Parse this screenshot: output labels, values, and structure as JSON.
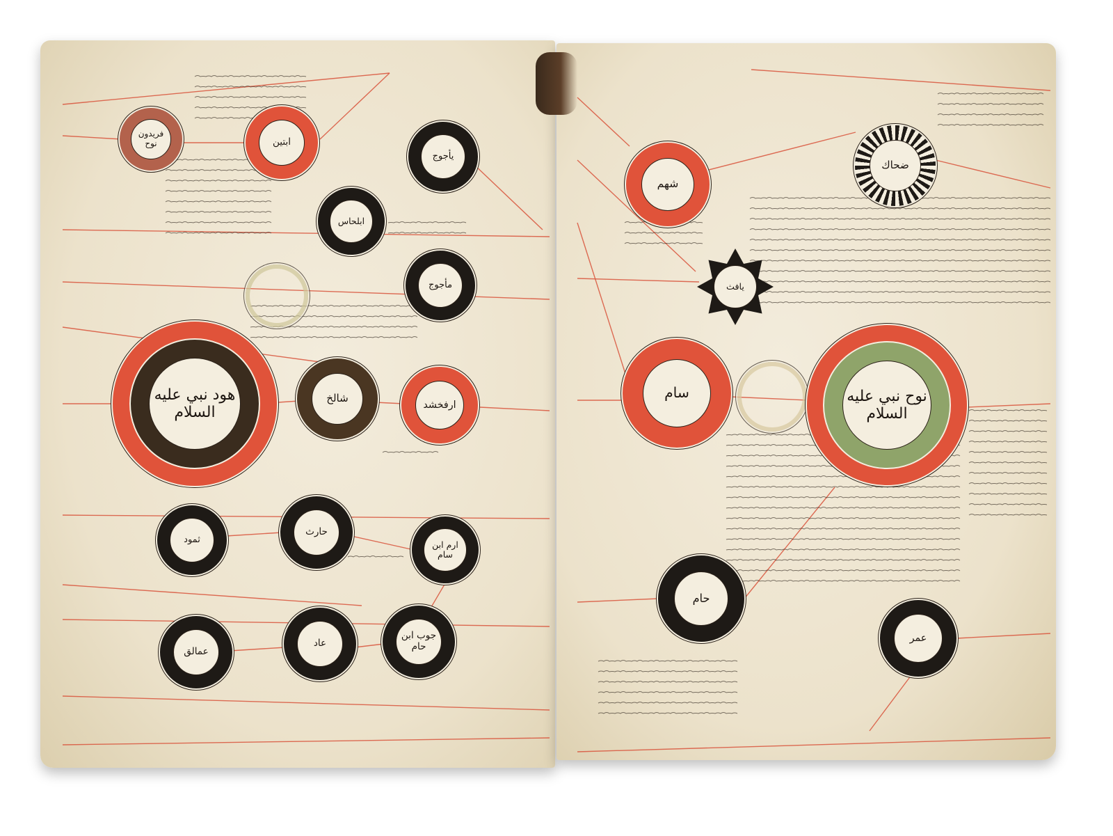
{
  "colors": {
    "paper": "#efe6d2",
    "red": "#e0533a",
    "black": "#1e1a16",
    "brown": "#4a3622",
    "green": "#8fa46a",
    "olive": "#cfc79a"
  },
  "left_page": {
    "medallions": [
      {
        "name": "فريدون نوح",
        "ring": "#b3624c"
      },
      {
        "name": "ابتين",
        "ring": "#e0533a"
      },
      {
        "name": "يأجوج",
        "ring": "#1e1a16"
      },
      {
        "name": "ابلحاس",
        "ring": "#1e1a16"
      },
      {
        "name": "مأجوج",
        "ring": "#1e1a16"
      },
      {
        "name": "",
        "ring": "#cfc79a"
      },
      {
        "name": "هود نبي عليه السلام",
        "ring": "#e0533a",
        "inner_ring": "#3a2c1e"
      },
      {
        "name": "شالخ",
        "ring": "#4a3622"
      },
      {
        "name": "ارفخشد",
        "ring": "#e0533a"
      },
      {
        "name": "ثمود",
        "ring": "#1e1a16"
      },
      {
        "name": "حارث",
        "ring": "#1e1a16"
      },
      {
        "name": "ارم ابن سام",
        "ring": "#1e1a16"
      },
      {
        "name": "عمالق",
        "ring": "#1e1a16"
      },
      {
        "name": "عاد",
        "ring": "#1e1a16"
      },
      {
        "name": "جوب ابن حام",
        "ring": "#1e1a16"
      }
    ]
  },
  "right_page": {
    "medallions": [
      {
        "name": "شهم",
        "ring": "#e0533a"
      },
      {
        "name": "ضحاك",
        "ring": "#1e1a16",
        "pattern": "striped"
      },
      {
        "name": "يافث",
        "ring": "#1e1a16",
        "pattern": "star"
      },
      {
        "name": "سام",
        "ring": "#e0533a"
      },
      {
        "name": "",
        "ring": "#d8c9a0"
      },
      {
        "name": "نوح نبي عليه السلام",
        "ring": "#e0533a",
        "inner_ring": "#8fa46a"
      },
      {
        "name": "حام",
        "ring": "#1e1a16"
      },
      {
        "name": "عمر",
        "ring": "#1e1a16"
      }
    ]
  }
}
